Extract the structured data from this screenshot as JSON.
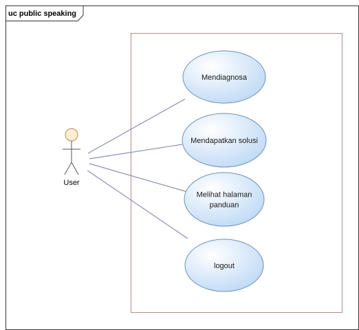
{
  "frame": {
    "title": "uc public speaking"
  },
  "actor": {
    "label": "User",
    "icon": "stick-figure-actor-icon",
    "head_color": "#fdeed2",
    "head_stroke": "#b08a4c"
  },
  "system_boundary": {
    "stroke_color": "#b88a8a"
  },
  "use_cases": [
    {
      "id": "mendiagnosa",
      "lines": [
        "Mendiagnosa"
      ]
    },
    {
      "id": "mendapatkan-solusi",
      "lines": [
        "Mendapatkan solusi"
      ]
    },
    {
      "id": "melihat-halaman-panduan",
      "lines": [
        "Melihat halaman",
        "panduan"
      ]
    },
    {
      "id": "logout",
      "lines": [
        "logout"
      ]
    }
  ],
  "colors": {
    "usecase_fill_light": "#ffffff",
    "usecase_fill_dark": "#bcd8f5",
    "usecase_stroke": "#6f8fb5",
    "association_line": "#8a8fb0",
    "frame_stroke": "#333333"
  }
}
